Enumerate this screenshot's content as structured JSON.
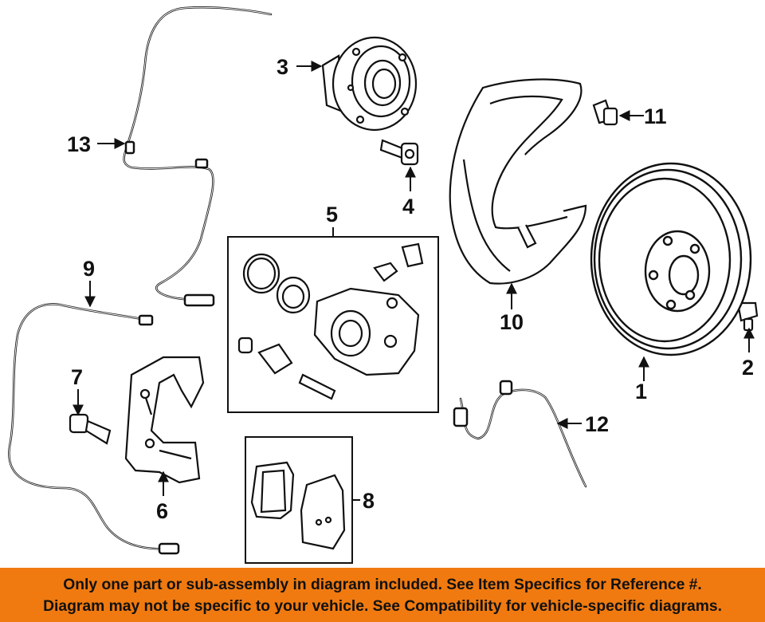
{
  "diagram": {
    "callouts": [
      "1",
      "2",
      "3",
      "4",
      "5",
      "6",
      "7",
      "8",
      "9",
      "10",
      "11",
      "12",
      "13"
    ]
  },
  "banner": {
    "line1": "Only one part or sub-assembly in diagram included. See Item Specifics for Reference #.",
    "line2": "Diagram may not be specific to your vehicle. See Compatibility for vehicle-specific diagrams."
  },
  "colors": {
    "banner_background": "#f07a10",
    "line_art": "#111111",
    "background": "#ffffff"
  }
}
